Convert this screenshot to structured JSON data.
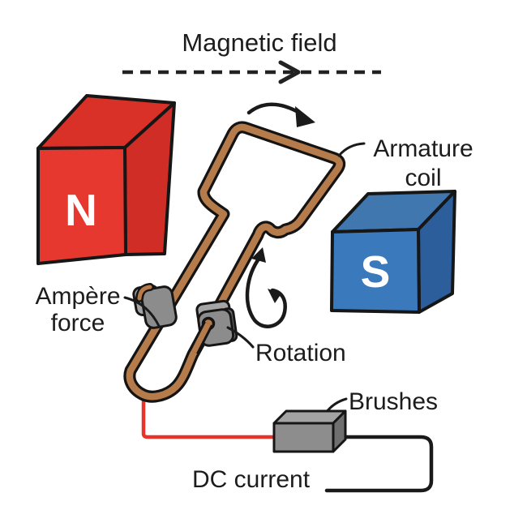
{
  "labels": {
    "magnetic_field": "Magnetic field",
    "armature_coil": {
      "line1": "Armature",
      "line2": "coil"
    },
    "ampere_force": {
      "line1": "Ampère",
      "line2": "force"
    },
    "rotation": "Rotation",
    "brushes": "Brushes",
    "dc_current": "DC current"
  },
  "magnets": {
    "north": {
      "label": "N",
      "front": "#e6382f",
      "top": "#d93028",
      "side": "#cf2d26",
      "text": "#ffffff"
    },
    "south": {
      "label": "S",
      "front": "#3b79bd",
      "top": "#4077af",
      "side": "#2b5e9b",
      "text": "#ffffff"
    }
  },
  "colors": {
    "outline": "#161616",
    "copper": "#b57b4b",
    "wire_red": "#e8322a",
    "wire_black": "#1a1a1a",
    "field_line": "#222222",
    "metal": "#8c8c8c",
    "metal_light": "#a5a5a5",
    "metal_dark": "#6e6e6e",
    "box_front": "#8d8d8d",
    "box_top": "#a3a3a3",
    "box_side": "#6f6f6f"
  }
}
